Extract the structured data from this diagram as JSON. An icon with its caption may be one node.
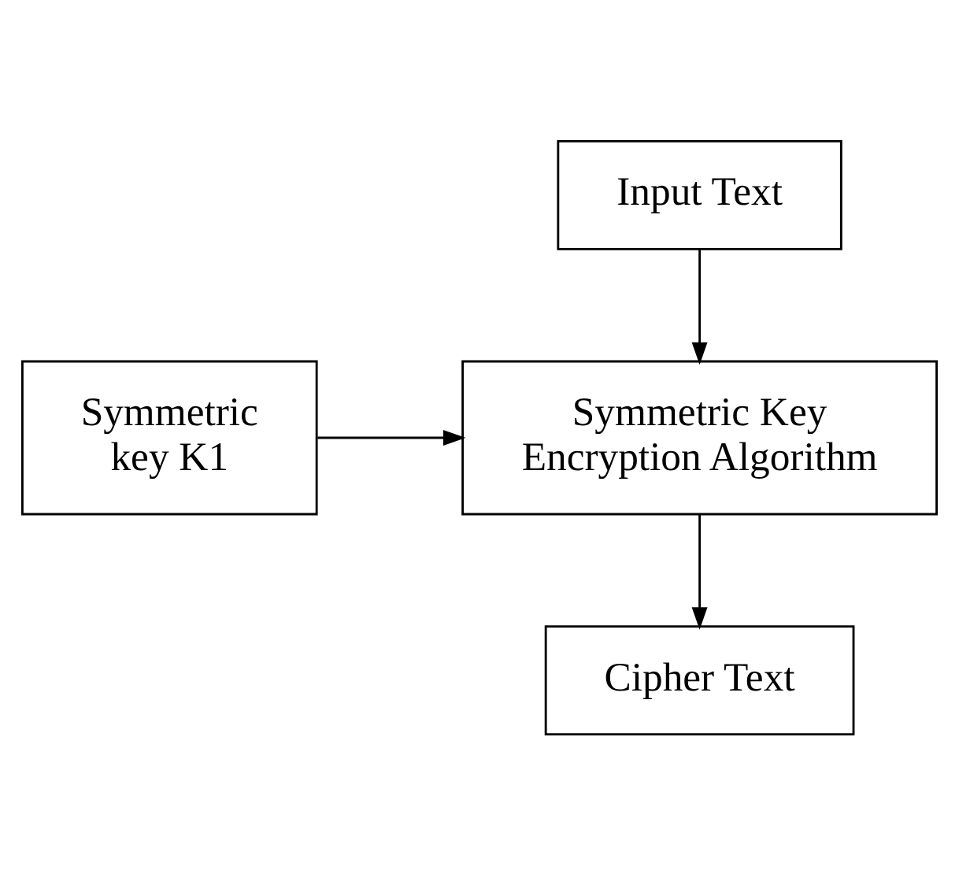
{
  "diagram": {
    "nodes": [
      {
        "text": [
          "Input Text"
        ]
      },
      {
        "text": [
          "Symmetric Key Encryption Algorithm"
        ]
      },
      {
        "text": [
          "Symmetric key K1"
        ]
      },
      {
        "text": [
          "Cipher Text"
        ]
      }
    ],
    "edges": [
      {
        "from": 0,
        "to": 1,
        "arrow": "to"
      },
      {
        "from": 2,
        "to": 1,
        "arrow": "to"
      },
      {
        "from": 1,
        "to": 3,
        "arrow": "to"
      }
    ]
  }
}
